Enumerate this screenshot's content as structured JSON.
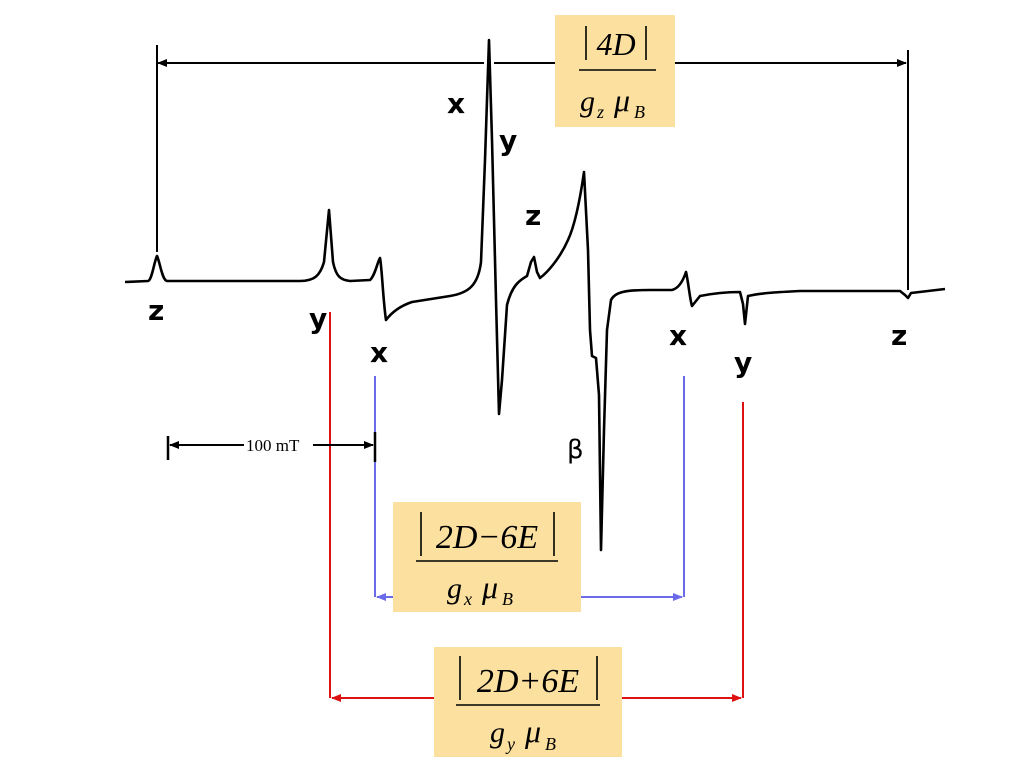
{
  "peak_labels": {
    "z_left": "z",
    "y_left": "y",
    "x_left": "x",
    "x_center": "x",
    "y_center": "y",
    "z_center": "z",
    "x_right": "x",
    "y_right": "y",
    "z_right": "z",
    "beta": "β"
  },
  "scale_bar": {
    "label": "100 mT"
  },
  "formulas": {
    "z": {
      "numerator": "4D",
      "denominator_g": "g",
      "denominator_sub": "z",
      "denominator_mu": "μ",
      "mu_sub": "B"
    },
    "x": {
      "numerator": "2D−6E",
      "denominator_g": "g",
      "denominator_sub": "x",
      "denominator_mu": "μ",
      "mu_sub": "B"
    },
    "y": {
      "numerator": "2D+6E",
      "denominator_g": "g",
      "denominator_sub": "y",
      "denominator_mu": "μ",
      "mu_sub": "B"
    }
  },
  "colors": {
    "spectrum": "#000000",
    "z_bracket": "#000000",
    "x_bracket": "#6b6bea",
    "y_bracket": "#dd1111",
    "formula_box": "#fbe0a0"
  }
}
